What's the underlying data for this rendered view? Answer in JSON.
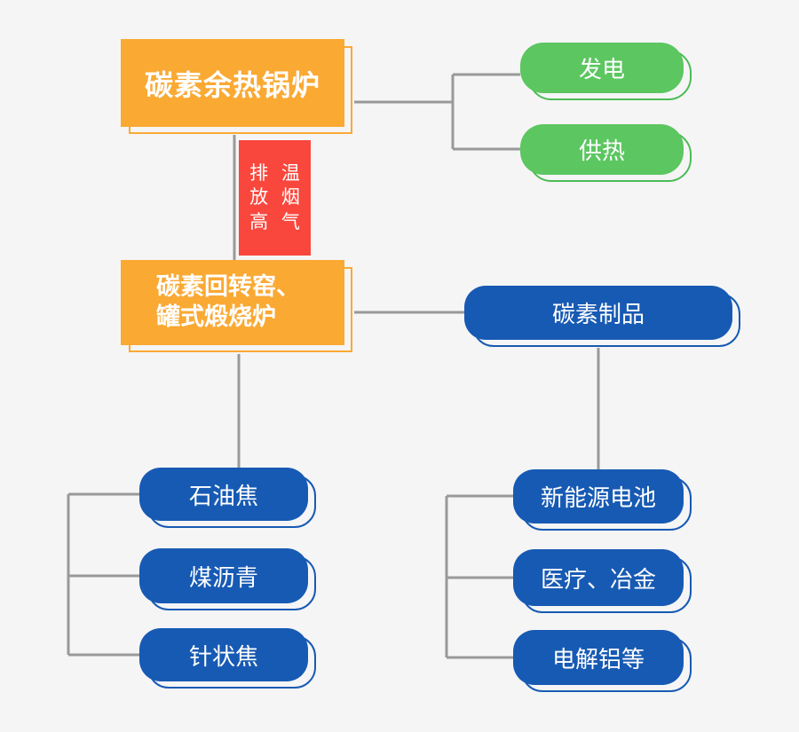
{
  "canvas": {
    "background": "#f5f5f6",
    "connector_color": "#999999"
  },
  "colors": {
    "orange": "#FAA933",
    "red": "#F9473D",
    "green": "#5CC661",
    "green_outline": "#4CBB55",
    "blue": "#175AB3",
    "text": "#ffffff"
  },
  "nodes": {
    "boiler": {
      "label": "碳素余热锅炉"
    },
    "flue": {
      "col1": "排放高",
      "col2": "温烟气"
    },
    "kiln": {
      "line1": "碳素回转窑、",
      "line2": "罐式煅烧炉"
    },
    "power": {
      "label": "发电"
    },
    "heat": {
      "label": "供热"
    },
    "products": {
      "label": "碳素制品"
    },
    "petcoke": {
      "label": "石油焦"
    },
    "pitch": {
      "label": "煤沥青"
    },
    "needle": {
      "label": "针状焦"
    },
    "battery": {
      "label": "新能源电池"
    },
    "medical": {
      "label": "医疗、冶金"
    },
    "aluminum": {
      "label": "电解铝等"
    }
  },
  "edges": [
    {
      "from": "碳素余热锅炉",
      "to": "发电"
    },
    {
      "from": "碳素余热锅炉",
      "to": "供热"
    },
    {
      "from": "碳素余热锅炉",
      "to": "碳素回转窑、罐式煅烧炉",
      "via": "排放高温烟气"
    },
    {
      "from": "碳素回转窑、罐式煅烧炉",
      "to": "碳素制品"
    },
    {
      "from": "碳素回转窑、罐式煅烧炉",
      "to": "石油焦"
    },
    {
      "group": [
        "石油焦",
        "煤沥青",
        "针状焦"
      ]
    },
    {
      "from": "碳素制品",
      "to": "新能源电池"
    },
    {
      "group": [
        "新能源电池",
        "医疗、冶金",
        "电解铝等"
      ]
    }
  ]
}
